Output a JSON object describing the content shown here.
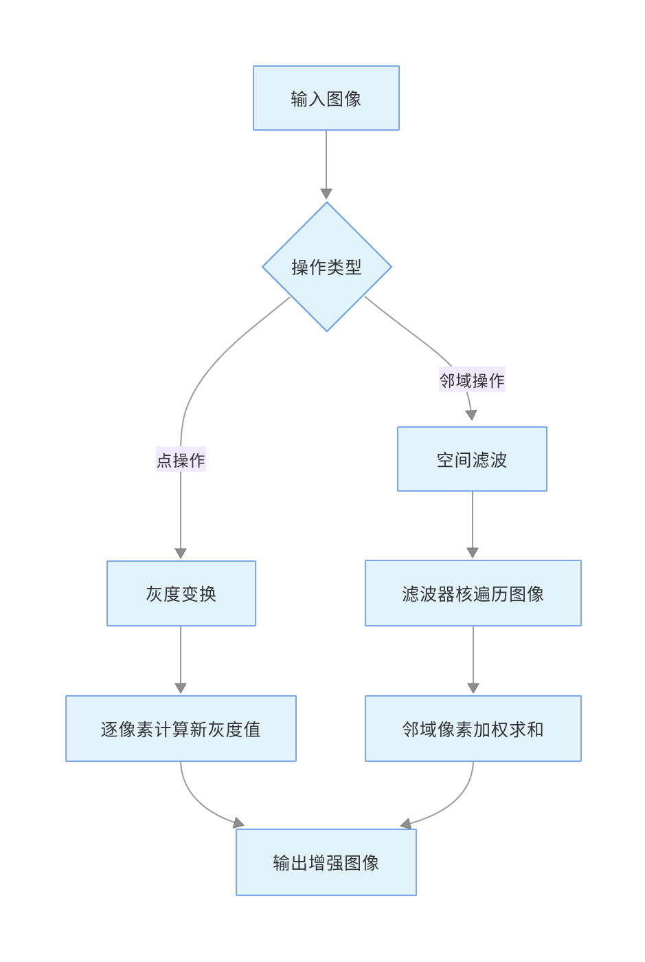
{
  "diagram": {
    "type": "flowchart",
    "direction": "top-down",
    "nodes": [
      {
        "id": "input",
        "label": "输入图像",
        "shape": "rect"
      },
      {
        "id": "operation-type",
        "label": "操作类型",
        "shape": "diamond"
      },
      {
        "id": "spatial-filter",
        "label": "空间滤波",
        "shape": "rect"
      },
      {
        "id": "gray-transform",
        "label": "灰度变换",
        "shape": "rect"
      },
      {
        "id": "kernel-traverse",
        "label": "滤波器核遍历图像",
        "shape": "rect"
      },
      {
        "id": "per-pixel",
        "label": "逐像素计算新灰度值",
        "shape": "rect"
      },
      {
        "id": "weighted-sum",
        "label": "邻域像素加权求和",
        "shape": "rect"
      },
      {
        "id": "output",
        "label": "输出增强图像",
        "shape": "rect"
      }
    ],
    "edges": [
      {
        "from": "input",
        "to": "operation-type",
        "label": ""
      },
      {
        "from": "operation-type",
        "to": "gray-transform",
        "label": "点操作"
      },
      {
        "from": "operation-type",
        "to": "spatial-filter",
        "label": "邻域操作"
      },
      {
        "from": "spatial-filter",
        "to": "kernel-traverse",
        "label": ""
      },
      {
        "from": "gray-transform",
        "to": "per-pixel",
        "label": ""
      },
      {
        "from": "kernel-traverse",
        "to": "weighted-sum",
        "label": ""
      },
      {
        "from": "per-pixel",
        "to": "output",
        "label": ""
      },
      {
        "from": "weighted-sum",
        "to": "output",
        "label": ""
      }
    ],
    "colors": {
      "background": "#ffffff",
      "node_fill": "#e3f3fc",
      "node_border": "#7aa7ea",
      "diamond_border": "#5f9df2",
      "edge_line": "#9c9c9c",
      "arrow_fill": "#8e8e8e",
      "edge_label_bg": "#f0eafd",
      "text": "#333333"
    }
  }
}
